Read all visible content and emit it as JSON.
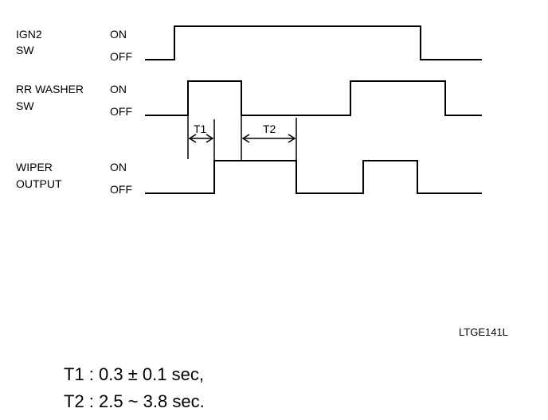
{
  "signals": [
    {
      "name_line1": "IGN2",
      "name_line2": "SW",
      "on_label": "ON",
      "off_label": "OFF"
    },
    {
      "name_line1": "RR WASHER",
      "name_line2": "SW",
      "on_label": "ON",
      "off_label": "OFF"
    },
    {
      "name_line1": "WIPER",
      "name_line2": "OUTPUT",
      "on_label": "ON",
      "off_label": "OFF"
    }
  ],
  "intervals": {
    "t1": "T1",
    "t2": "T2"
  },
  "figure_code": "LTGE141L",
  "notes": {
    "t1": "T1 : 0.3 ± 0.1 sec,",
    "t2": "T2 : 2.5 ~ 3.8 sec."
  }
}
